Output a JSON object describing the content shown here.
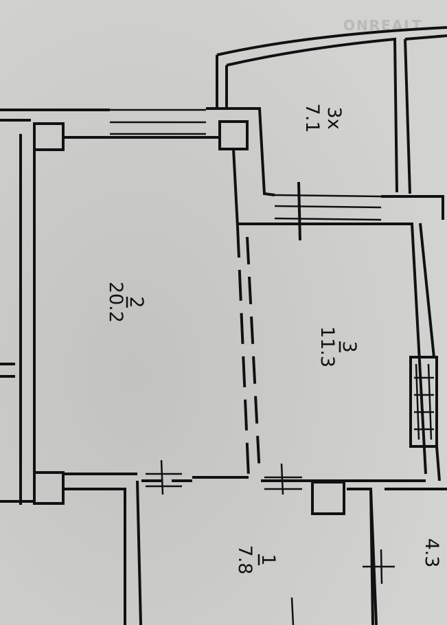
{
  "watermark": "ONREALT",
  "rooms": [
    {
      "number": "3x",
      "area": "7.1"
    },
    {
      "number": "2",
      "area": "20.2"
    },
    {
      "number": "3",
      "area": "11.3"
    },
    {
      "number": "1",
      "area": "7.8"
    },
    {
      "number": "",
      "area": "4.3"
    }
  ],
  "colors": {
    "paper": "#c9c9c7",
    "ink": "#111111"
  }
}
